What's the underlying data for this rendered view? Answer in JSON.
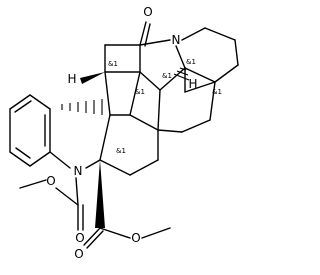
{
  "molecule": {
    "atoms": {
      "o_ketone": "O",
      "n_top": "N",
      "n_bottom": "N",
      "h_left": "H",
      "h_right": "H",
      "o_ester_left": "O",
      "o_carbonyl_left": "O",
      "o_carbonyl_right": "O",
      "o_ester_right": "O"
    },
    "stereo_labels": [
      "&1",
      "&1",
      "&1",
      "&1",
      "&1",
      "&1"
    ]
  }
}
